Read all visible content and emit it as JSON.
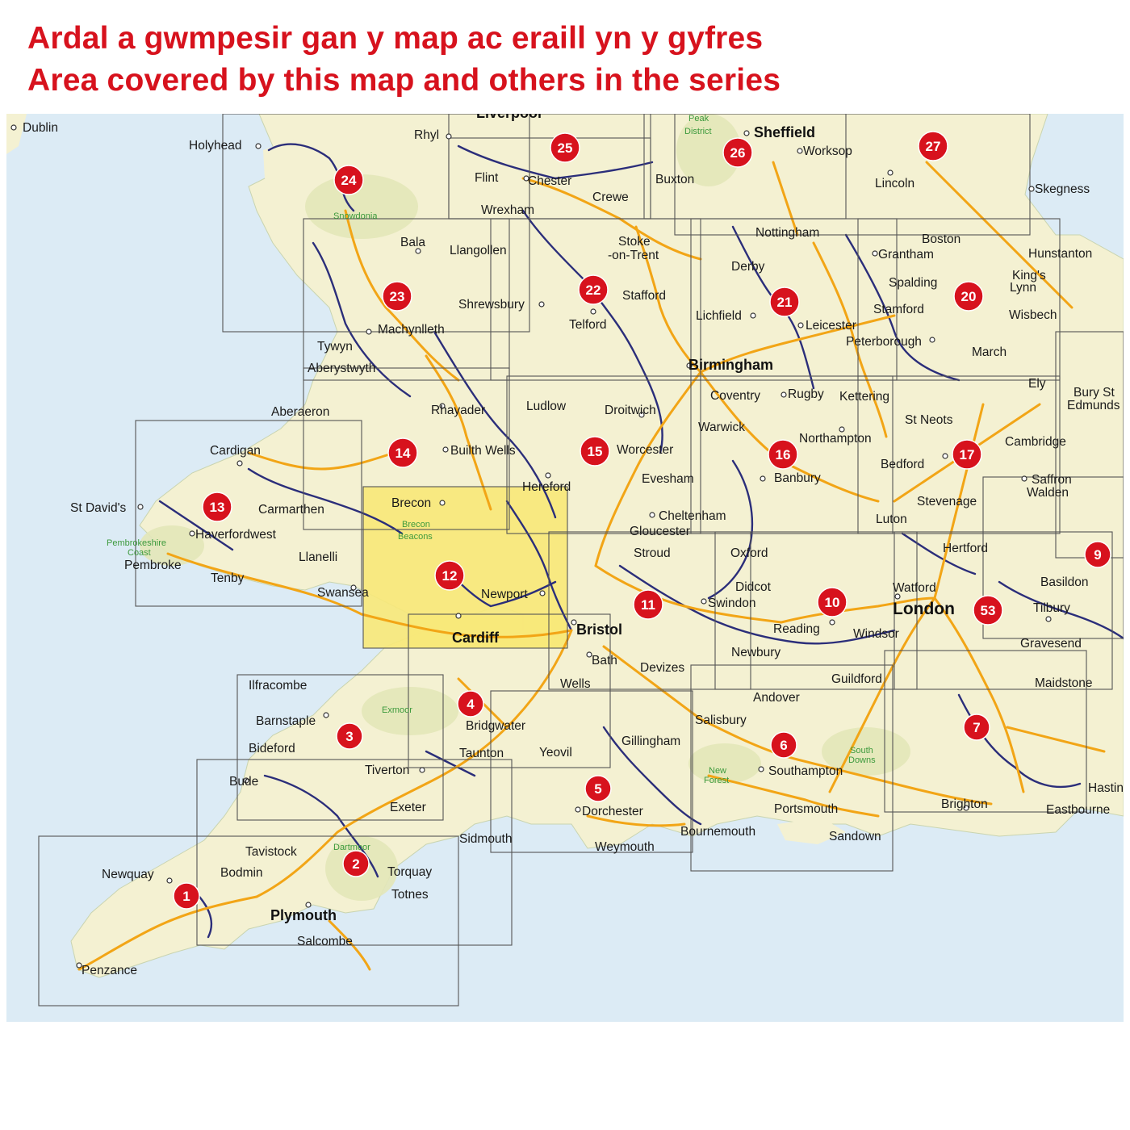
{
  "titles": {
    "welsh": "Ardal a gwmpesir gan y map ac eraill yn y gyfres",
    "english": "Area covered by this map and others in the series"
  },
  "colors": {
    "title": "#d7121d",
    "sea": "#dcebf5",
    "land": "#f4f1d2",
    "highlight": "#f7e87a",
    "marker": "#d7121d",
    "road": "#f2a516",
    "waterway": "#2b2e7a"
  },
  "map_sheets": [
    {
      "number": "1"
    },
    {
      "number": "2"
    },
    {
      "number": "3"
    },
    {
      "number": "4"
    },
    {
      "number": "5"
    },
    {
      "number": "6"
    },
    {
      "number": "7"
    },
    {
      "number": "9"
    },
    {
      "number": "10"
    },
    {
      "number": "11"
    },
    {
      "number": "12",
      "highlighted": true
    },
    {
      "number": "13"
    },
    {
      "number": "14"
    },
    {
      "number": "15"
    },
    {
      "number": "16"
    },
    {
      "number": "17"
    },
    {
      "number": "20"
    },
    {
      "number": "21"
    },
    {
      "number": "22"
    },
    {
      "number": "23"
    },
    {
      "number": "24"
    },
    {
      "number": "25"
    },
    {
      "number": "26"
    },
    {
      "number": "27"
    },
    {
      "number": "53"
    }
  ],
  "places": [
    "Dublin",
    "Holyhead",
    "Rhyl",
    "Liverpool",
    "Sheffield",
    "Worksop",
    "Flint",
    "Chester",
    "Buxton",
    "Lincoln",
    "Skegness",
    "Crewe",
    "Wrexham",
    "Nottingham",
    "Boston",
    "Bala",
    "Llangollen",
    "Stoke",
    "-on-Trent",
    "Derby",
    "Grantham",
    "Hunstanton",
    "King's",
    "Lynn",
    "Spalding",
    "Shrewsbury",
    "Stafford",
    "Stamford",
    "Machynlleth",
    "Telford",
    "Lichfield",
    "Leicester",
    "Wisbech",
    "Tywyn",
    "Peterborough",
    "March",
    "Aberystwyth",
    "Birmingham",
    "Ely",
    "Bury St",
    "Edmunds",
    "Coventry",
    "Rugby",
    "Kettering",
    "Aberaeron",
    "Rhayader",
    "Ludlow",
    "Droitwich",
    "St Neots",
    "Warwick",
    "Northampton",
    "Cambridge",
    "Cardigan",
    "Builth Wells",
    "Worcester",
    "Bedford",
    "Evesham",
    "Banbury",
    "Hereford",
    "Saffron",
    "Walden",
    "St David's",
    "Carmarthen",
    "Brecon",
    "Stevenage",
    "Cheltenham",
    "Luton",
    "Gloucester",
    "Haverfordwest",
    "Stroud",
    "Oxford",
    "Hertford",
    "Llanelli",
    "Pembroke",
    "Tenby",
    "Watford",
    "Basildon",
    "Didcot",
    "Swansea",
    "Newport",
    "Swindon",
    "London",
    "Tilbury",
    "Bristol",
    "Reading",
    "Windsor",
    "Cardiff",
    "Gravesend",
    "Bath",
    "Newbury",
    "Devizes",
    "Guildford",
    "Maidstone",
    "Wells",
    "Ilfracombe",
    "Andover",
    "Barnstaple",
    "Bridgwater",
    "Salisbury",
    "Gillingham",
    "Bideford",
    "Taunton",
    "Yeovil",
    "Tiverton",
    "Southampton",
    "Bude",
    "Exeter",
    "Dorchester",
    "Portsmouth",
    "Brighton",
    "Eastbourne",
    "Hastings",
    "Sidmouth",
    "Bournemouth",
    "Sandown",
    "Weymouth",
    "Tavistock",
    "Newquay",
    "Bodmin",
    "Torquay",
    "Totnes",
    "Plymouth",
    "Salcombe",
    "Penzance"
  ],
  "parks": [
    "Snowdonia",
    "Peak",
    "District",
    "Pembrokeshire",
    "Coast",
    "Brecon",
    "Beacons",
    "Exmoor",
    "Dartmoor",
    "New",
    "Forest",
    "South",
    "Downs"
  ]
}
